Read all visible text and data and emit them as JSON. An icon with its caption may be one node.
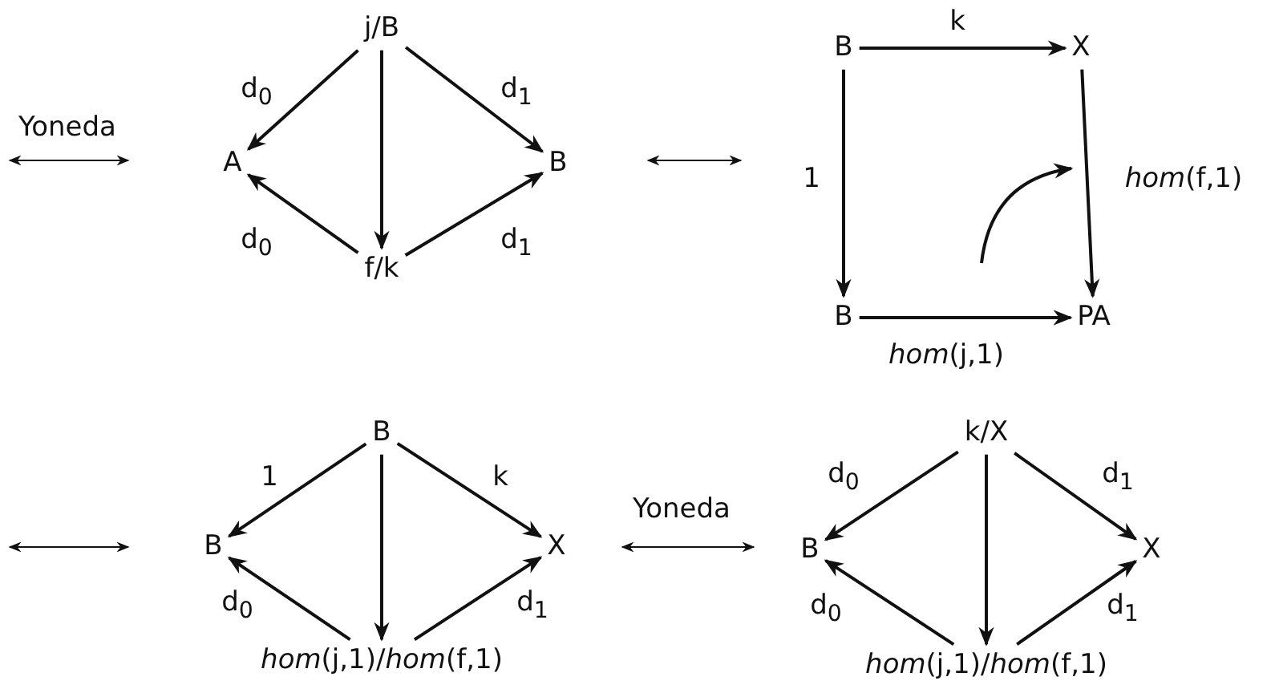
{
  "diagram": {
    "nodes": [
      {
        "text": [
          "j/B"
        ]
      },
      {
        "text": [
          "A"
        ]
      },
      {
        "text": [
          "B"
        ]
      },
      {
        "text": [
          "f/k"
        ]
      },
      {
        "text": [
          "B"
        ]
      },
      {
        "text": [
          "X"
        ]
      },
      {
        "text": [
          "B"
        ]
      },
      {
        "text": [
          "PA"
        ]
      },
      {
        "text": [
          "B"
        ]
      },
      {
        "text": [
          "B"
        ]
      },
      {
        "text": [
          "X"
        ]
      },
      {
        "text": [
          "*hom*(j,1)/*hom*(f,1)"
        ]
      },
      {
        "text": [
          "k/X"
        ]
      },
      {
        "text": [
          "B"
        ]
      },
      {
        "text": [
          "X"
        ]
      },
      {
        "text": [
          "*hom*(j,1)/*hom*(f,1)"
        ]
      }
    ],
    "edges": [
      {
        "from": 0,
        "to": 1,
        "arrow": "to",
        "label": "d$_{0}$"
      },
      {
        "from": 0,
        "to": 2,
        "arrow": "to",
        "label": "d$_{1}$"
      },
      {
        "from": 0,
        "to": 3,
        "arrow": "to"
      },
      {
        "from": 3,
        "to": 1,
        "arrow": "to",
        "label": "d$_{0}$"
      },
      {
        "from": 3,
        "to": 2,
        "arrow": "to",
        "label": "d$_{1}$"
      },
      {
        "from": 4,
        "to": 5,
        "arrow": "to",
        "label": "k"
      },
      {
        "from": 4,
        "to": 6,
        "arrow": "to",
        "label": "1"
      },
      {
        "from": 5,
        "to": 7,
        "arrow": "to",
        "label": "*hom*(f,1)"
      },
      {
        "from": 6,
        "to": 7,
        "arrow": "to",
        "label": "*hom*(j,1)"
      },
      {
        "from": 8,
        "to": 9,
        "arrow": "to",
        "label": "1"
      },
      {
        "from": 8,
        "to": 10,
        "arrow": "to",
        "label": "k"
      },
      {
        "from": 8,
        "to": 11,
        "arrow": "to"
      },
      {
        "from": 11,
        "to": 9,
        "arrow": "to",
        "label": "d$_{0}$"
      },
      {
        "from": 11,
        "to": 10,
        "arrow": "to",
        "label": "d$_{1}$"
      },
      {
        "from": 12,
        "to": 13,
        "arrow": "to",
        "label": "d$_{0}$"
      },
      {
        "from": 12,
        "to": 14,
        "arrow": "to",
        "label": "d$_{1}$"
      },
      {
        "from": 12,
        "to": 15,
        "arrow": "to"
      },
      {
        "from": 15,
        "to": 13,
        "arrow": "to",
        "label": "d$_{0}$"
      },
      {
        "from": 15,
        "to": 14,
        "arrow": "to",
        "label": "d$_{1}$"
      }
    ],
    "labels": [
      "Yoneda",
      "Yoneda"
    ]
  }
}
